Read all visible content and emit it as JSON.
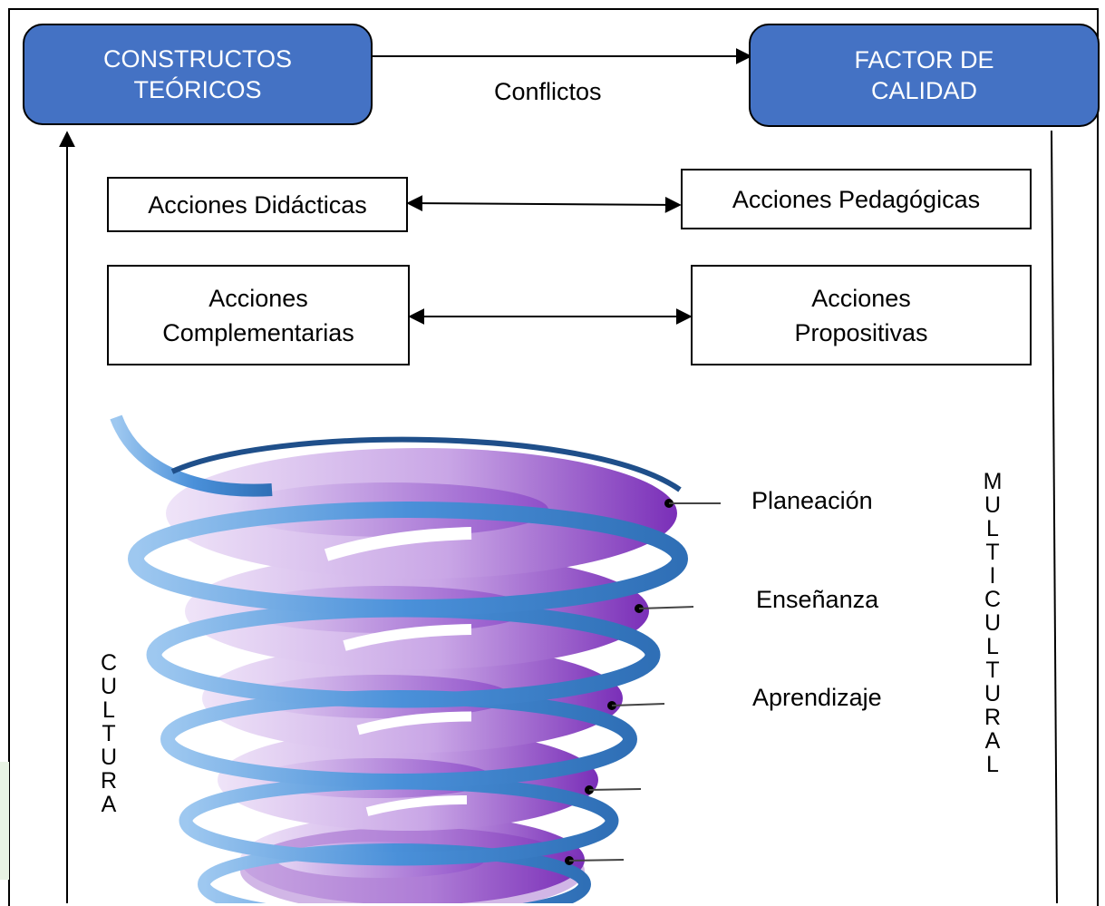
{
  "boxes": {
    "constructos": "CONSTRUCTOS TEÓRICOS",
    "factor": "FACTOR DE CALIDAD",
    "didacticas": "Acciones Didácticas",
    "pedagogicas": "Acciones Pedagógicas",
    "complementarias": "Acciones Complementarias",
    "propositivas": "Acciones Propositivas"
  },
  "labels": {
    "conflictos": "Conflictos",
    "planeacion": "Planeación",
    "ensenanza": "Enseñanza",
    "aprendizaje": "Aprendizaje"
  },
  "vertical": {
    "cultura": "CULTURA",
    "multicultural": "MULTICULTURAL"
  },
  "colors": {
    "box_blue": "#4472c4",
    "ribbon_blue": "#4a90d9",
    "disc_purple": "#8a3fc4",
    "disc_light": "#d9c2ee"
  }
}
